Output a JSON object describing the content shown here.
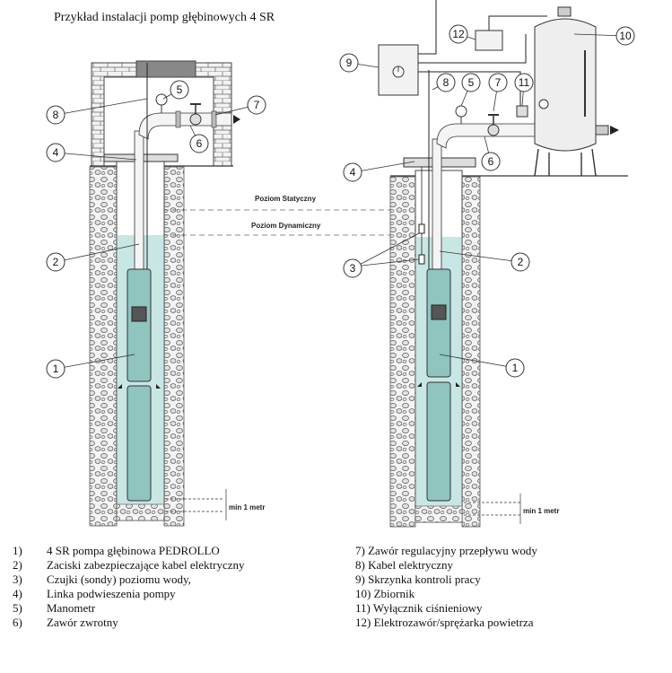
{
  "title": "Przykład instalacji pomp głębinowych 4 SR",
  "levels": {
    "static": "Poziom Statyczny",
    "dynamic": "Poziom Dynamiczny"
  },
  "min_depth": "min 1 metr",
  "pump_brand": "PEDROLLO",
  "callouts": [
    "1",
    "2",
    "3",
    "4",
    "5",
    "6",
    "7",
    "8",
    "9",
    "10",
    "11",
    "12"
  ],
  "colors": {
    "water": "#c8e6e4",
    "pump": "#8fc4bf",
    "line": "#333333",
    "gravel": "#e8e8e8"
  },
  "legend_left": [
    {
      "num": "1)",
      "text": "4 SR pompa głębinowa PEDROLLO"
    },
    {
      "num": "2)",
      "text": "Zaciski zabezpieczające kabel elektryczny"
    },
    {
      "num": "3)",
      "text": "Czujki (sondy) poziomu wody,"
    },
    {
      "num": "4)",
      "text": "Linka podwieszenia pompy"
    },
    {
      "num": "5)",
      "text": "Manometr"
    },
    {
      "num": "6)",
      "text": "Zawór zwrotny"
    }
  ],
  "legend_right": [
    {
      "text": "7) Zawór regulacyjny przepływu wody"
    },
    {
      "text": "8) Kabel elektryczny"
    },
    {
      "text": "9) Skrzynka kontroli pracy"
    },
    {
      "text": "10) Zbiornik"
    },
    {
      "text": "11) Wyłącznik ciśnieniowy"
    },
    {
      "text": "12) Elektrozawór/sprężarka powietrza"
    }
  ]
}
